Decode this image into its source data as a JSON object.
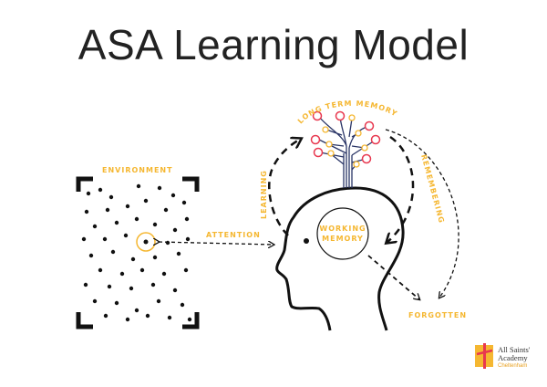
{
  "title": "ASA Learning Model",
  "labels": {
    "environment": "ENVIRONMENT",
    "attention": "ATTENTION",
    "learning": "LEARNING",
    "long_term_memory": "LONG TERM MEMORY",
    "remembering": "REMEMBERING",
    "working_memory_1": "WORKING",
    "working_memory_2": "MEMORY",
    "forgotten": "FORGOTTEN"
  },
  "logo": {
    "line1": "All Saints'",
    "line2": "Academy",
    "line3": "Cheltenham"
  },
  "colors": {
    "accent": "#f5b731",
    "red": "#e8384f",
    "navy": "#2a3566",
    "ink": "#111111"
  }
}
